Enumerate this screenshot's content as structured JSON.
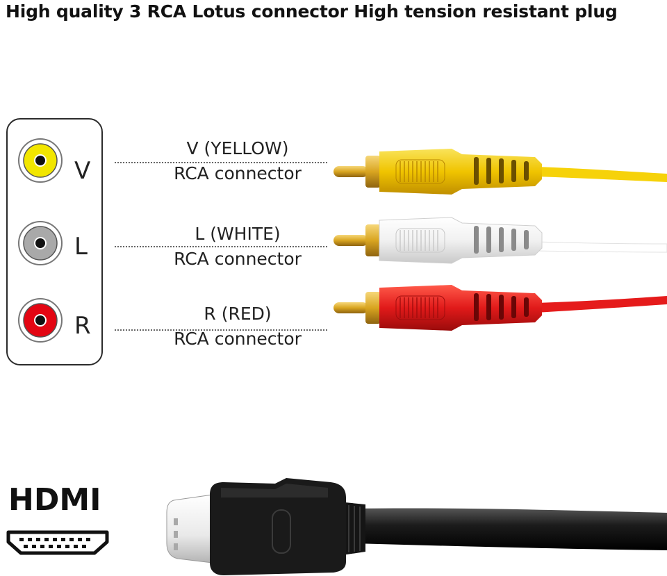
{
  "headline": "High quality 3 RCA Lotus connector High tension resistant plug",
  "jacks": [
    {
      "letter": "V",
      "color": "#f2e600"
    },
    {
      "letter": "L",
      "color": "#a9a9a9"
    },
    {
      "letter": "R",
      "color": "#e30613"
    }
  ],
  "connectors": [
    {
      "title": "V (YELLOW)",
      "subtitle": "RCA connector",
      "plug_color": "#f0c400",
      "plug_shade": "#c89a00",
      "cable_color": "#f6d20a"
    },
    {
      "title": "L (WHITE)",
      "subtitle": "RCA connector",
      "plug_color": "#f4f4f4",
      "plug_shade": "#bdbdbd",
      "cable_color": "#ffffff"
    },
    {
      "title": "R (RED)",
      "subtitle": "RCA connector",
      "plug_color": "#e11a1a",
      "plug_shade": "#a60d0d",
      "cable_color": "#e51b1b"
    }
  ],
  "hdmi": {
    "logo_text": "HDMI",
    "cable_color": "#141414",
    "tip_color": "#f0f0f0"
  },
  "colors": {
    "gold": "#d9a520",
    "dark_gold": "#a07410"
  }
}
